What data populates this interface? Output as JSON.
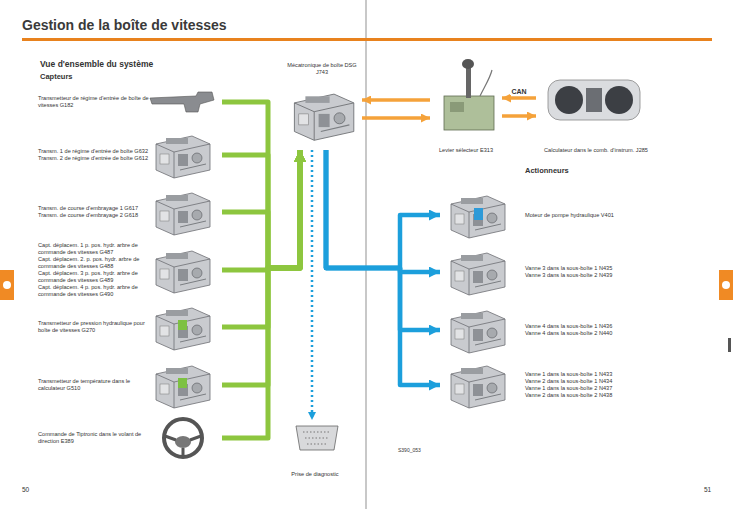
{
  "diagram": {
    "title": "Gestion de la boîte de vitesses",
    "nodes": [
      {
        "text": [
          "Transmetteur de régime d'entrée de boîte de vitesses G182"
        ]
      },
      {
        "text": [
          "Transm. 1 de régime d'entrée de boîte G632",
          "Transm. 2 de régime d'entrée de boîte G612"
        ]
      },
      {
        "text": [
          "Transm. de course d'embrayage 1 G617",
          "Transm. de course d'embrayage 2 G618"
        ]
      },
      {
        "text": [
          "Capt. déplacem. 1 p. pos. hydr. arbre de commande des vitesses G487",
          "Capt. déplacem. 2. p. pos. hydr. arbre de commande des vitesses G488",
          "Capt. déplacem. 3 p. pos. hydr. arbre de commande des vitesses G489",
          "Capt. déplacem. 4 p. pos. hydr. arbre de commande des vitesses G490"
        ]
      },
      {
        "text": [
          "Transmetteur de pression hydraulique pour boîte de vitesses G270"
        ]
      },
      {
        "text": [
          "Transmetteur de température dans le calculateur G510"
        ]
      },
      {
        "text": [
          "Commande de Tiptronic dans le volant de direction E389"
        ]
      },
      {
        "text": [
          "Mécatronique de boîte DSG J743"
        ]
      },
      {
        "text": [
          "Prise de diagnostic"
        ]
      },
      {
        "text": [
          "Levier sélecteur E313"
        ]
      },
      {
        "text": [
          "Calculateur dans le comb. d'instrum. J285"
        ]
      },
      {
        "text": [
          "Moteur de pompe hydraulique V401"
        ]
      },
      {
        "text": [
          "Vanne 3 dans la sous-boîte 1 N435",
          "Vanne 3 dans la sous-boîte 2 N439"
        ]
      },
      {
        "text": [
          "Vanne 4 dans la sous-boîte 1 N436",
          "Vanne 4 dans la sous-boîte 2 N440"
        ]
      },
      {
        "text": [
          "Vanne 1 dans la sous-boîte 1 N433",
          "Vanne 2 dans la sous-boîte 1 N434",
          "Vanne 1 dans la sous-boîte 2 N437",
          "Vanne 2 dans la sous-boîte 2 N438"
        ]
      }
    ],
    "edges": [
      {
        "from": 0,
        "to": 7,
        "arrow": "to"
      },
      {
        "from": 1,
        "to": 7,
        "arrow": "to"
      },
      {
        "from": 2,
        "to": 7,
        "arrow": "to"
      },
      {
        "from": 3,
        "to": 7,
        "arrow": "to"
      },
      {
        "from": 4,
        "to": 7,
        "arrow": "to"
      },
      {
        "from": 5,
        "to": 7,
        "arrow": "to"
      },
      {
        "from": 6,
        "to": 7,
        "arrow": "to"
      },
      {
        "from": 7,
        "to": 8,
        "arrow": "to"
      },
      {
        "from": 7,
        "to": 11,
        "arrow": "to"
      },
      {
        "from": 7,
        "to": 12,
        "arrow": "to"
      },
      {
        "from": 7,
        "to": 13,
        "arrow": "to"
      },
      {
        "from": 7,
        "to": 14,
        "arrow": "to"
      },
      {
        "from": 9,
        "to": 7,
        "arrow": "to"
      },
      {
        "from": 7,
        "to": 9,
        "arrow": "to"
      },
      {
        "from": 10,
        "to": 9,
        "label": "CAN",
        "arrow": "to"
      },
      {
        "from": 9,
        "to": 10,
        "arrow": "to"
      }
    ],
    "labels": [
      "Vue d'ensemble du système",
      "Capteurs",
      "Actionneurs",
      "S390_053",
      "50",
      "51"
    ]
  }
}
